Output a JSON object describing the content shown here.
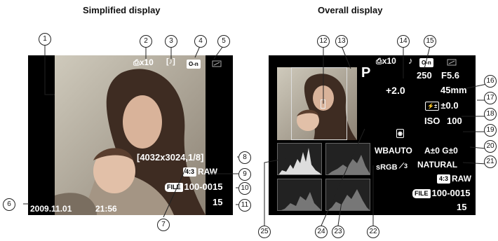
{
  "simplified": {
    "title": "Simplified display",
    "print_reservation": "x10",
    "date": "2009.11.01",
    "time": "21:56",
    "resolution": "[4032x3024,1/8]",
    "aspect": "4:3",
    "record_mode": "RAW",
    "file_badge": "FILE",
    "file_number": "100-0015",
    "frame_number": "15"
  },
  "overall": {
    "title": "Overall display",
    "print_reservation": "x10",
    "mode": "P",
    "exposure_comp": "+2.0",
    "shutter": "250",
    "aperture": "F5.6",
    "focal_length": "45mm",
    "flash_comp": "±0.0",
    "iso_label": "ISO",
    "iso_value": "100",
    "wb": "WBAUTO",
    "wb_fine": "A±0 G±0",
    "color_space": "sRGB",
    "gradation": "3",
    "picture_mode": "NATURAL",
    "aspect": "4:3",
    "record_mode": "RAW",
    "file_badge": "FILE",
    "file_number": "100-0015",
    "frame_number": "15"
  },
  "callouts": [
    "1",
    "2",
    "3",
    "4",
    "5",
    "6",
    "7",
    "8",
    "9",
    "10",
    "11",
    "12",
    "13",
    "14",
    "15",
    "16",
    "17",
    "18",
    "19",
    "20",
    "21",
    "22",
    "23",
    "24",
    "25"
  ],
  "icons": [
    "print-reservation-icon",
    "sound-record-icon",
    "protect-icon",
    "card-write-icon",
    "file-icon",
    "flash-comp-icon",
    "gradation-icon",
    "metering-icon",
    "af-frame-icon"
  ]
}
